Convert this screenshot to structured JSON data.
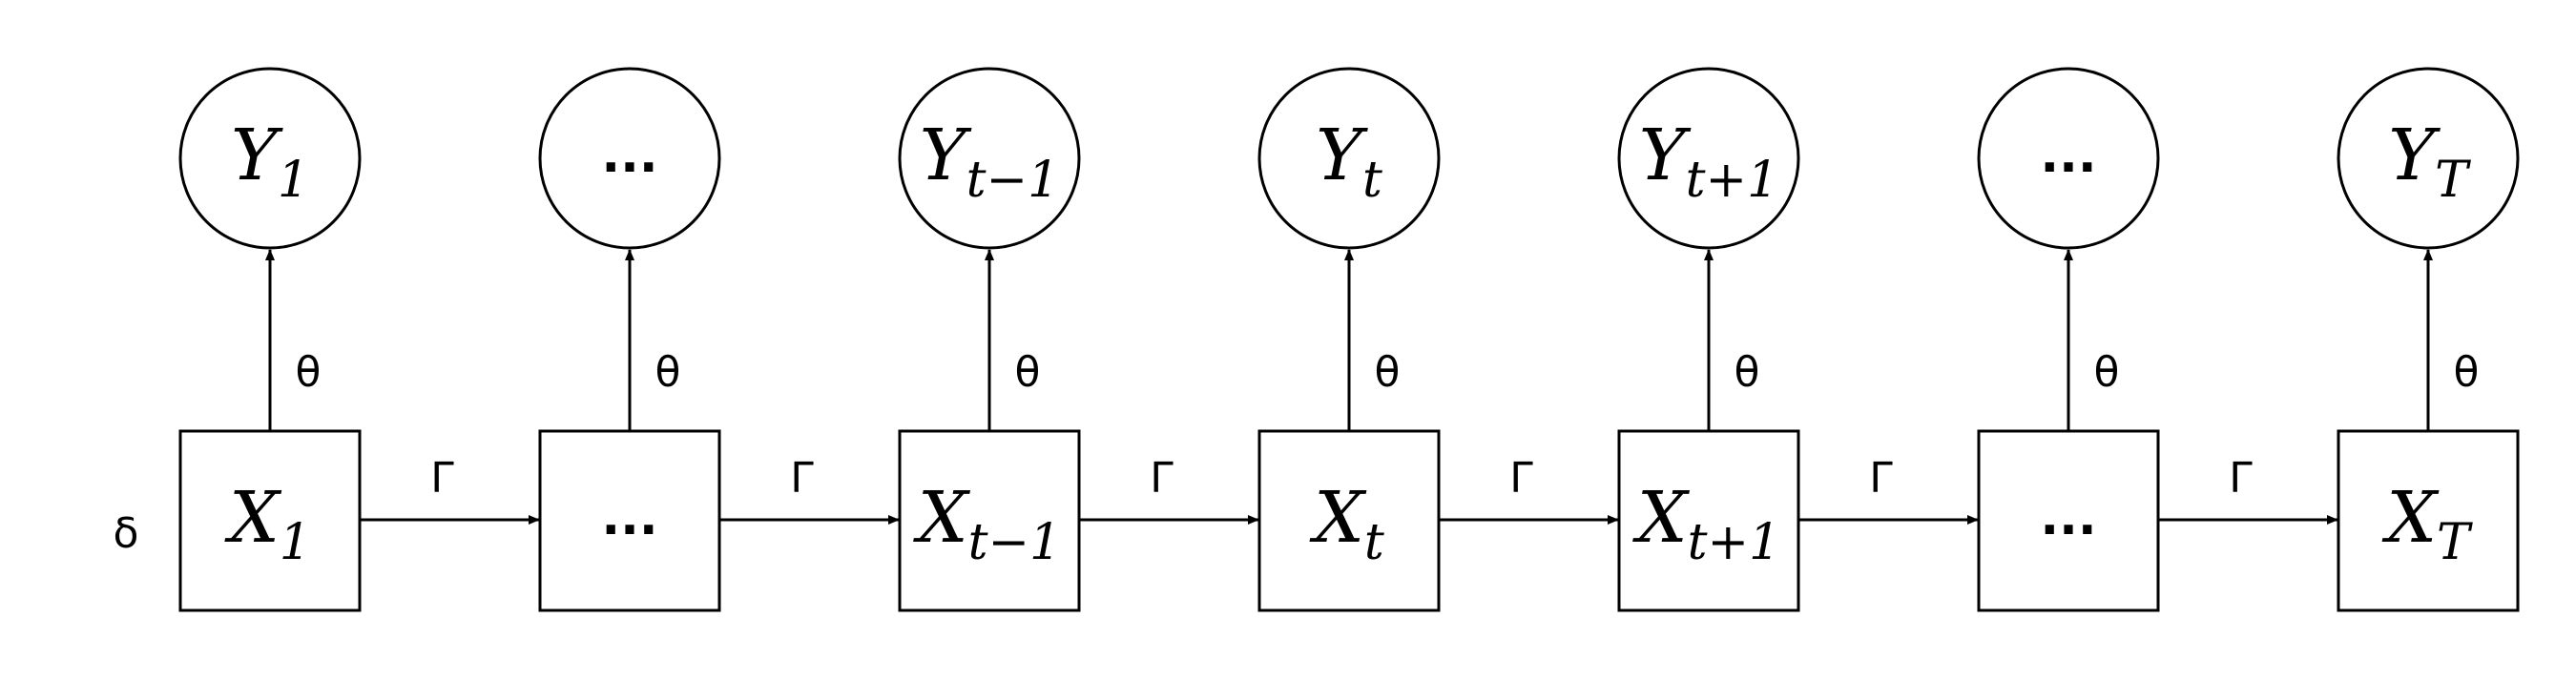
{
  "initial_label": "δ",
  "transition_label": "Γ",
  "emission_label": "θ",
  "columns": [
    {
      "obs": {
        "main": "Y",
        "sub": "1",
        "dots": false
      },
      "state": {
        "main": "X",
        "sub": "1",
        "dots": false
      }
    },
    {
      "obs": {
        "main": "",
        "sub": "",
        "dots": true,
        "text": "..."
      },
      "state": {
        "main": "",
        "sub": "",
        "dots": true,
        "text": "..."
      }
    },
    {
      "obs": {
        "main": "Y",
        "sub": "t−1",
        "dots": false
      },
      "state": {
        "main": "X",
        "sub": "t−1",
        "dots": false
      }
    },
    {
      "obs": {
        "main": "Y",
        "sub": "t",
        "dots": false
      },
      "state": {
        "main": "X",
        "sub": "t",
        "dots": false
      }
    },
    {
      "obs": {
        "main": "Y",
        "sub": "t+1",
        "dots": false
      },
      "state": {
        "main": "X",
        "sub": "t+1",
        "dots": false
      }
    },
    {
      "obs": {
        "main": "",
        "sub": "",
        "dots": true,
        "text": "..."
      },
      "state": {
        "main": "",
        "sub": "",
        "dots": true,
        "text": "..."
      }
    },
    {
      "obs": {
        "main": "Y",
        "sub": "T",
        "dots": false
      },
      "state": {
        "main": "X",
        "sub": "T",
        "dots": false
      }
    }
  ],
  "colors": {
    "stroke": "#000000",
    "background": "#ffffff"
  }
}
